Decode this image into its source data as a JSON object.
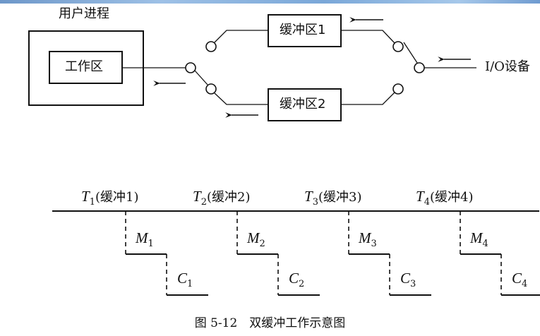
{
  "diagram": {
    "user_process_label": "用户进程",
    "workspace_label": "工作区",
    "buffer1_label": "缓冲区1",
    "buffer2_label": "缓冲区2",
    "io_device_label": "I/O设备"
  },
  "timeline": {
    "stages": [
      {
        "t_letter": "T",
        "t_sub": "1",
        "t_suffix": "(缓冲1)",
        "m_letter": "M",
        "m_sub": "1",
        "c_letter": "C",
        "c_sub": "1"
      },
      {
        "t_letter": "T",
        "t_sub": "2",
        "t_suffix": "(缓冲2)",
        "m_letter": "M",
        "m_sub": "2",
        "c_letter": "C",
        "c_sub": "2"
      },
      {
        "t_letter": "T",
        "t_sub": "3",
        "t_suffix": "(缓冲3)",
        "m_letter": "M",
        "m_sub": "3",
        "c_letter": "C",
        "c_sub": "3"
      },
      {
        "t_letter": "T",
        "t_sub": "4",
        "t_suffix": "(缓冲4)",
        "m_letter": "M",
        "m_sub": "4",
        "c_letter": "C",
        "c_sub": "4"
      }
    ]
  },
  "caption": "图 5-12　双缓冲工作示意图",
  "colors": {
    "line": "#111111",
    "top_band": "#7aa7d8"
  }
}
